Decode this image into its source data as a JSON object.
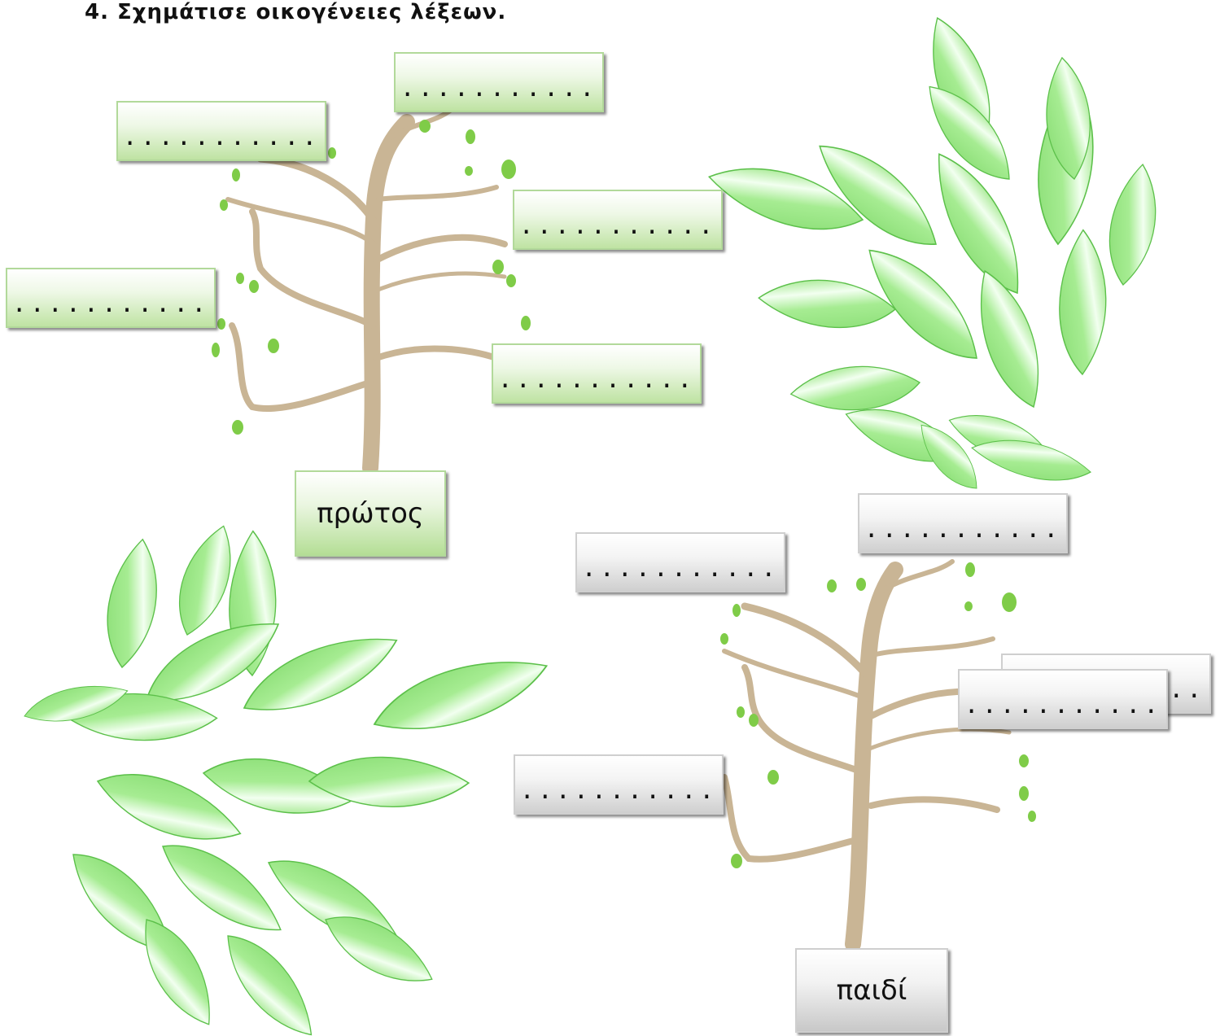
{
  "title": "4. Σχημάτισε οικογένειες λέξεων.",
  "families": [
    {
      "root_word": "πρώτος",
      "blanks": [
        "...........",
        "...........",
        "...........",
        "...........",
        "..........."
      ]
    },
    {
      "root_word": "παιδί",
      "blanks": [
        "...........",
        "...........",
        "...........",
        "...........",
        "..........."
      ]
    }
  ],
  "colors": {
    "trunk": "#c9b595",
    "leaf_fill": "#8ee07a",
    "leaf_stroke": "#5cc04a",
    "small_leaf": "#7fcc48",
    "green_box_border": "#b2d99a",
    "grey_box_border": "#cfcfcf"
  }
}
